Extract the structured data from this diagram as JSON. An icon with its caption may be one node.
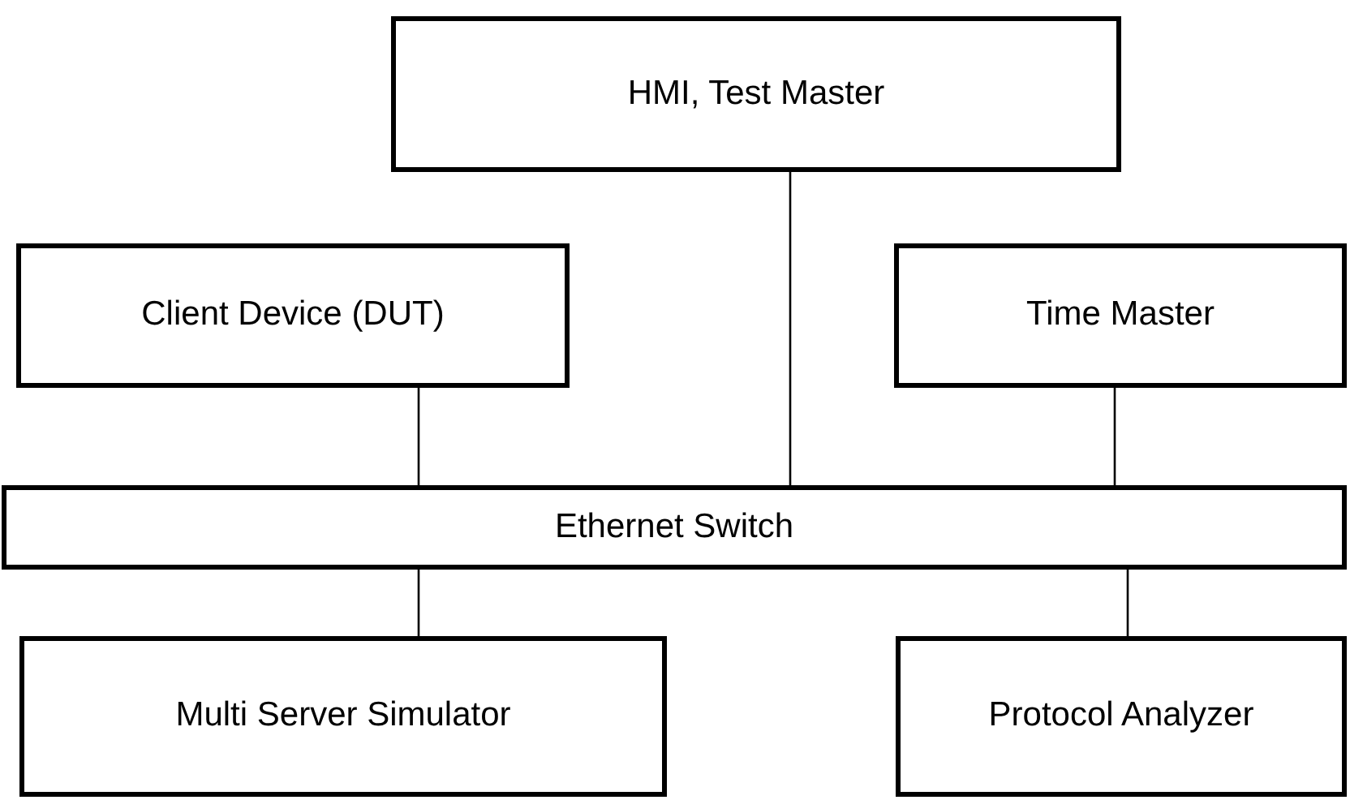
{
  "diagram": {
    "nodes": [
      {
        "text": [
          "HMI, Test Master"
        ]
      },
      {
        "text": [
          "Client Device (DUT)"
        ]
      },
      {
        "text": [
          "Time Master"
        ]
      },
      {
        "text": [
          "Ethernet Switch"
        ]
      },
      {
        "text": [
          "Multi Server Simulator"
        ]
      },
      {
        "text": [
          "Protocol Analyzer"
        ]
      }
    ],
    "edges": [
      {
        "from": 0,
        "to": 3,
        "arrow": "none"
      },
      {
        "from": 1,
        "to": 3,
        "arrow": "none"
      },
      {
        "from": 2,
        "to": 3,
        "arrow": "none"
      },
      {
        "from": 3,
        "to": 4,
        "arrow": "none"
      },
      {
        "from": 3,
        "to": 5,
        "arrow": "none"
      }
    ]
  }
}
